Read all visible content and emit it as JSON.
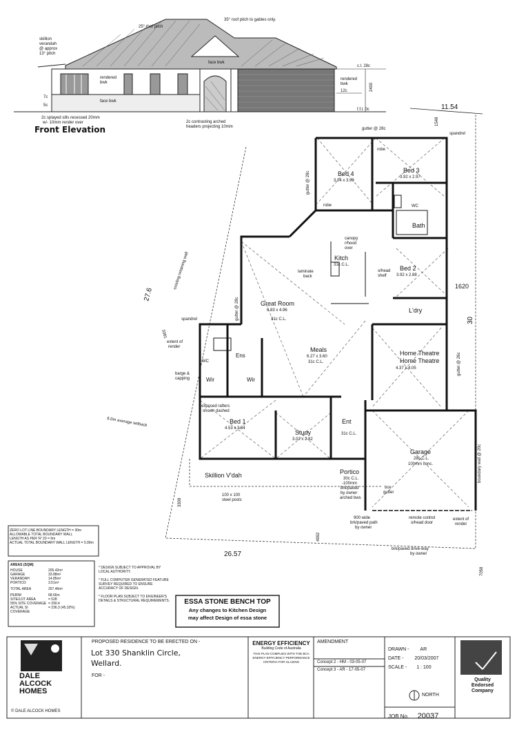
{
  "elevation": {
    "title": "Front Elevation",
    "notes": {
      "roof_pitch": "25° roof pitch",
      "gable_pitch": "35° roof pitch to gables only.",
      "skillion": [
        "skillion",
        "verandah",
        "@ approx",
        "13° pitch"
      ],
      "face_bwk_top": "face bwk",
      "rendered_bwk_left": [
        "rendered",
        "bwk"
      ],
      "face_bwk_left": "face bwk",
      "rendered_bwk_right": [
        "rendered",
        "bwk"
      ],
      "cl": "c.l. 28c",
      "c12": "12c",
      "ffl": "f.f.l. 0c",
      "c7": "7c",
      "c5": "5c",
      "h2400": "2400",
      "sills": [
        "2c splayed sills recessed 20mm",
        "w/- 10mm render over"
      ],
      "headers": [
        "2c contrasting arched",
        "headers projecting 10mm"
      ]
    }
  },
  "plan": {
    "dims": {
      "d1154": "11.54",
      "d1548": "1548",
      "d1620": "1620",
      "d30": "30",
      "d276": "27.6",
      "d2657": "26.57",
      "d3081": "3081",
      "d3308": "3308",
      "d4992": "4992",
      "d7058": "7058"
    },
    "labels": {
      "gutter_top": "gutter @ 28c",
      "gutter_left": "gutter @ 28c",
      "gutter_mid": "gutter @ 28c",
      "gutter_right": "gutter @ 26c",
      "spandrel_top": "spandrel",
      "spandrel_left": "spandrel",
      "retaining": "existing retaining wall",
      "setback": "6.0m average setback",
      "extent_render_l": [
        "extent of",
        "render"
      ],
      "extent_render_r": [
        "extent of",
        "render"
      ],
      "barge": [
        "barge &",
        "capping"
      ],
      "rafters": [
        "exposed rafters",
        "shown dashed"
      ],
      "steel_posts": [
        "100 x 100",
        "steel posts"
      ],
      "boundary_wall": "boundary wall @ 20c",
      "remote": [
        "remote control",
        "o/head door"
      ],
      "path": [
        "900 wide",
        "brk/paved path",
        "by owner"
      ],
      "driveway": [
        "brk/paved drive-way",
        "by owner"
      ],
      "box_gutter": [
        "box",
        "gutter"
      ],
      "laminate": [
        "laminate",
        "back"
      ],
      "canopy": [
        "canopy",
        "r/hood",
        "over"
      ],
      "ohead_shelf": [
        "o/head",
        "shelf"
      ]
    },
    "rooms": [
      {
        "name": "Bed 4",
        "size": "3.04 x 3.99"
      },
      {
        "name": "Bed 3",
        "size": "3.92 x 2.97"
      },
      {
        "name": "Bath",
        "size": ""
      },
      {
        "name": "Kitch",
        "size": "31c C.L."
      },
      {
        "name": "Bed 2",
        "size": "3.92 x 2.88"
      },
      {
        "name": "Great Room",
        "size": "6.83 x 4.96"
      },
      {
        "name": "Meals",
        "size": "6.27 x 3.60"
      },
      {
        "name": "L'dry",
        "size": ""
      },
      {
        "name": "Home Theatre",
        "size": "4.37 x 4.05"
      },
      {
        "name": "Ens",
        "size": ""
      },
      {
        "name": "Bed 1",
        "size": "4.53 x 3.84"
      },
      {
        "name": "Study",
        "size": "3.02 x 2.82"
      },
      {
        "name": "Ent",
        "size": "31c C.L."
      },
      {
        "name": "Garage",
        "size": "28c C.L."
      },
      {
        "name": "Portico",
        "size": "30c C.L."
      },
      {
        "name": "Skillion V'dah",
        "size": ""
      }
    ],
    "mini": {
      "robe1": "robe",
      "robe2": "robe",
      "wc": "WC",
      "wc2": "WC",
      "wir1": "Wir",
      "wir2": "Wir",
      "gr_cl": "31c C.L.",
      "meals_cl": "31c C.L.",
      "garage_conc": "100mm conc.",
      "portico_conc": [
        "-100mm",
        "brk/paved",
        "by owner"
      ],
      "arched": "arched bws"
    }
  },
  "boundary_box": {
    "lines": [
      "ZERO LOT LINE BOUNDARY LENGTH = 30m",
      "ALLOWABLE TOTAL BOUNDARY WALL",
      "LENGTH AS PER  'R' 20 = 9m",
      "ACTUAL TOTAL BOUNDARY WALL LENGTH = 5.99m"
    ]
  },
  "areas": {
    "title": "AREAS (SQM)",
    "rows": [
      [
        "HOUSE",
        "205.42m²"
      ],
      [
        "GARAGE",
        "33.88m²"
      ],
      [
        "VERANDAH",
        "14.85m²"
      ],
      [
        "PORTICO",
        "3.51m²"
      ],
      [
        "TOTAL AREA",
        "257.46m²"
      ],
      [
        "PERIM",
        "68.66m"
      ],
      [
        "SITE/LOT AREA",
        "= 528"
      ],
      [
        "55% SITE COVERAGE",
        "= 290.4"
      ],
      [
        "ACTUAL SI COVERAGE",
        "= 236.3 (45.32%)"
      ]
    ]
  },
  "notes": [
    "DESIGN SUBJECT TO APPROVAL BY LOCAL AUTHORITY.",
    "FULL COMPUTER GENERATED FEATURE SURVEY REQUIRED TO ENSURE ACCURACY OF DESIGN.",
    "FLOOR PLAN SUBJECT TO ENGINEER'S DETAILS & STRUCTURAL REQUIREMENTS."
  ],
  "bench": {
    "title": "ESSA STONE BENCH TOP",
    "line1": "Any changes to Kitchen Design",
    "line2": "may affect Design of essa stone"
  },
  "title_block": {
    "brand": [
      "DALE",
      "ALCOCK",
      "HOMES"
    ],
    "copyright": "© DALE ALCOCK HOMES",
    "proposed": "PROPOSED RESIDENCE TO BE ERECTED ON -",
    "address1": "Lot 330 Shanklin Circle,",
    "address2": "Wellard.",
    "for_label": "FOR -",
    "energy_title": "ENERGY EFFICIENCY",
    "energy_sub": "Building Code of Australia",
    "energy_body": "THIS PLAN COMPLIES WITH THE BCA ENERGY EFFICIENCY PERFORMANCE CRITERIA FOR GLAZING",
    "amendment": "AMENDMENT",
    "amendments": [
      "Concept 2 - HM - 03-05-07",
      "Concept 3 - AR - 17-05-07"
    ],
    "drawn_label": "DRAWN -",
    "drawn": "AR",
    "date_label": "DATE -",
    "date": "20/03/2007",
    "scale_label": "SCALE -",
    "scale": "1 : 100",
    "north": "NORTH",
    "job_label": "JOB No.",
    "job": "20037",
    "quality": [
      "Quality",
      "Endorsed",
      "Company"
    ]
  }
}
